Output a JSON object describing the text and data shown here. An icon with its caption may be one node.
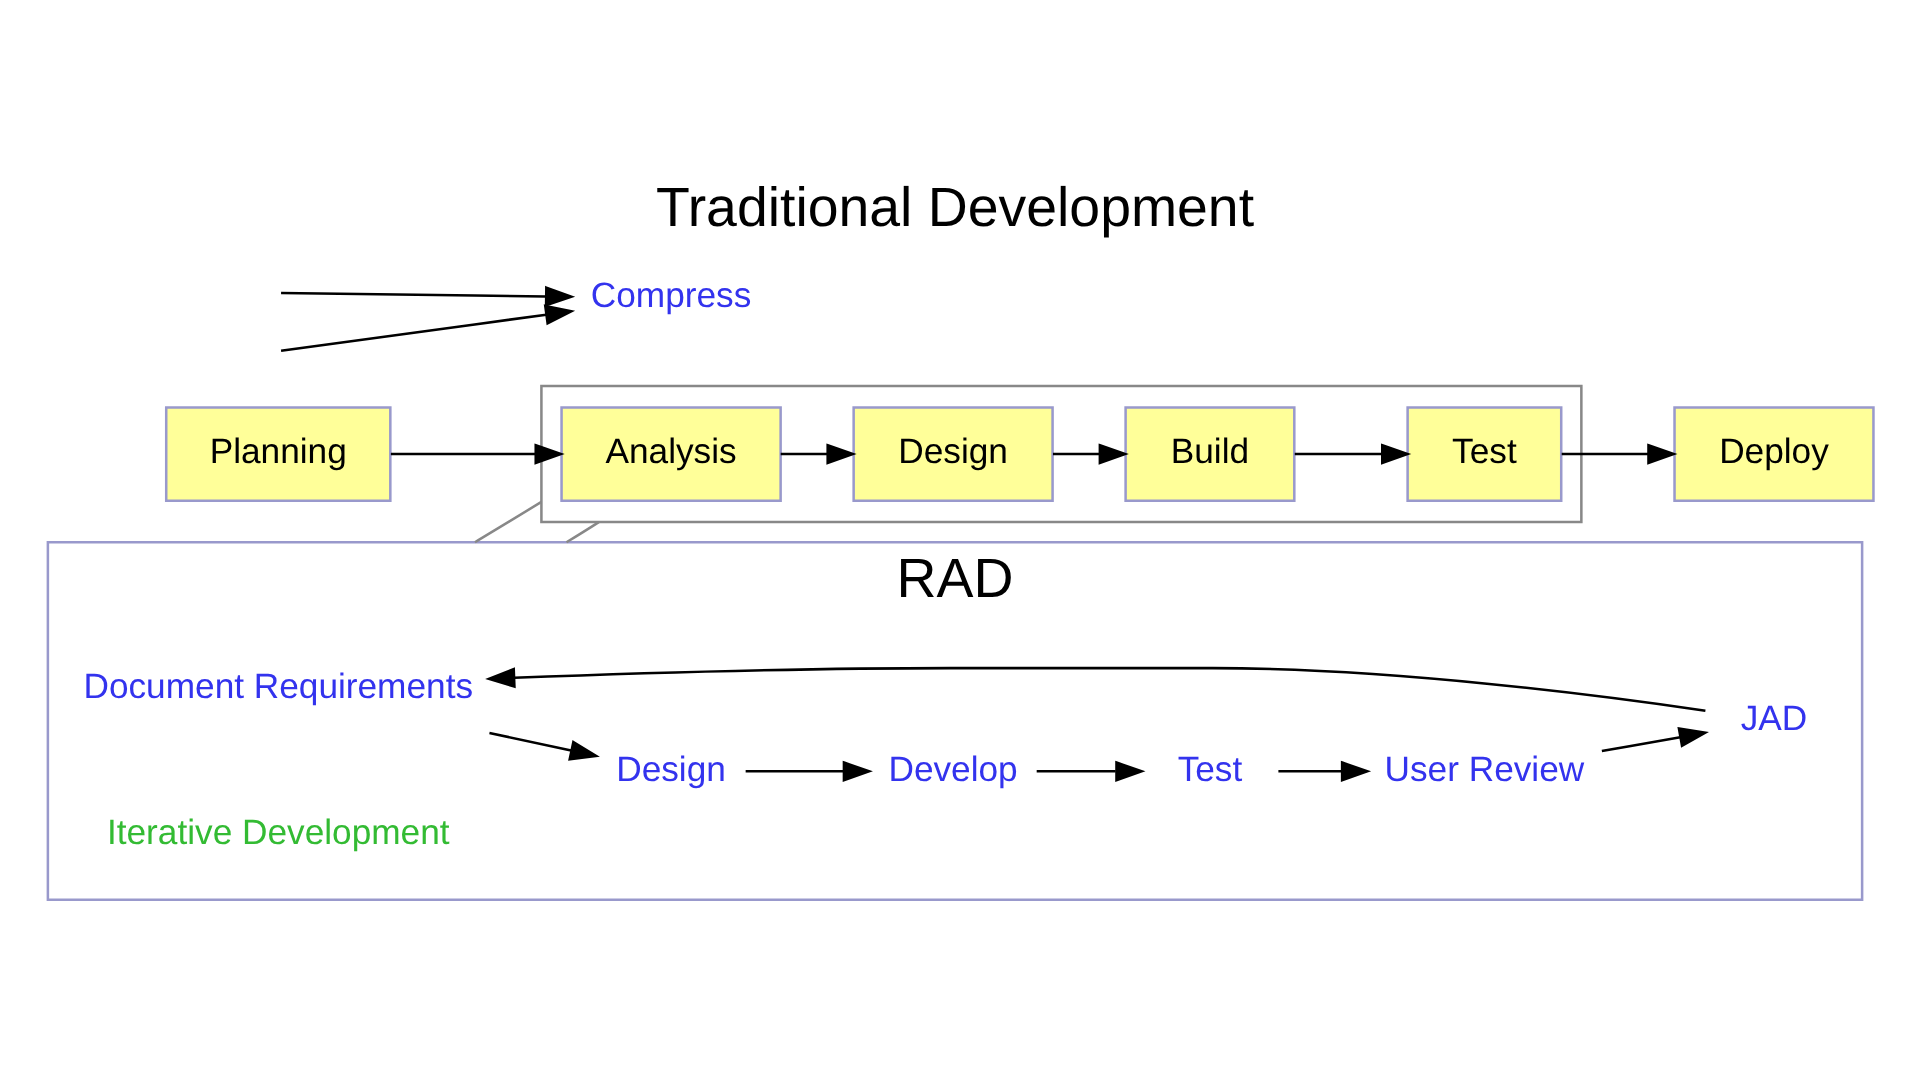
{
  "diagram": {
    "title": "Traditional Development",
    "nodes": [
      {
        "text": [
          "Planning"
        ]
      },
      {
        "text": [],
        "shape": "box"
      },
      {
        "text": [
          "Analysis"
        ],
        "in": 1
      },
      {
        "text": [
          "Design"
        ],
        "in": 1
      },
      {
        "text": [
          "Build"
        ],
        "in": 1
      },
      {
        "text": [
          "Test"
        ],
        "in": 1
      },
      {
        "text": [
          "Deploy"
        ]
      },
      {
        "text": [
          "Compress"
        ]
      },
      {
        "text": [
          "RAD"
        ]
      },
      {
        "text": [
          "Document Requirements"
        ],
        "in": 8
      },
      {
        "text": [
          "Design"
        ],
        "in": 8
      },
      {
        "text": [
          "Develop"
        ],
        "in": 8
      },
      {
        "text": [
          "Test"
        ],
        "in": 8
      },
      {
        "text": [
          "User Review"
        ],
        "in": 8
      },
      {
        "text": [
          "JAD"
        ],
        "in": 8
      }
    ],
    "edges": [
      {
        "from": 0,
        "to": 2,
        "arrow": "to"
      },
      {
        "from": 2,
        "to": 3,
        "arrow": "to"
      },
      {
        "from": 3,
        "to": 4,
        "arrow": "to"
      },
      {
        "from": 4,
        "to": 5,
        "arrow": "to"
      },
      {
        "from": 5,
        "to": 6,
        "arrow": "to"
      },
      {
        "from": null,
        "to": 7,
        "arrow": "to"
      },
      {
        "from": null,
        "to": 7,
        "arrow": "to"
      },
      {
        "from": 1,
        "to": 8,
        "arrow": "none",
        "color": "#888888"
      },
      {
        "from": 1,
        "to": 8,
        "arrow": "none",
        "color": "#888888"
      },
      {
        "from": 9,
        "to": 10,
        "arrow": "to"
      },
      {
        "from": 10,
        "to": 11,
        "arrow": "to"
      },
      {
        "from": 11,
        "to": 12,
        "arrow": "to"
      },
      {
        "from": 12,
        "to": 13,
        "arrow": "to"
      },
      {
        "from": 13,
        "to": 14,
        "arrow": "to"
      },
      {
        "from": 14,
        "to": 9,
        "arrow": "to"
      }
    ],
    "labels": [
      "Iterative Development"
    ]
  }
}
